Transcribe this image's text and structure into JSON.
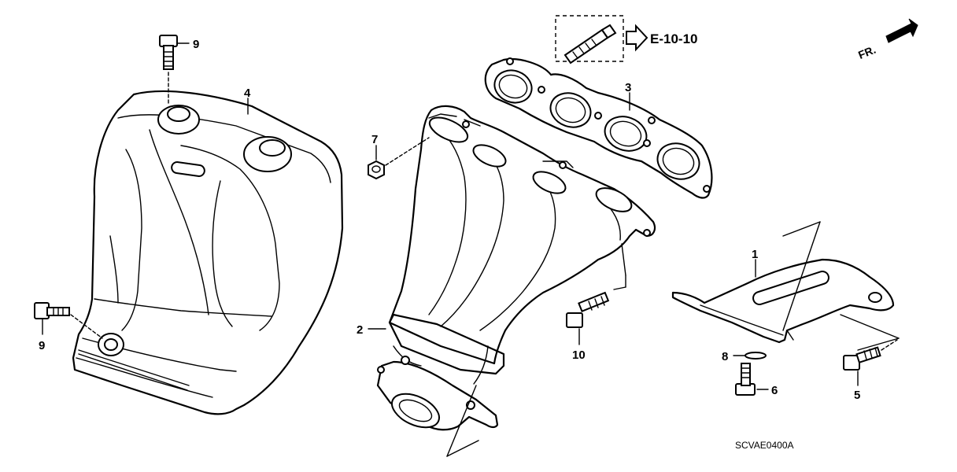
{
  "diagram": {
    "parts": [
      {
        "id": "1",
        "label": "1"
      },
      {
        "id": "2",
        "label": "2"
      },
      {
        "id": "3",
        "label": "3"
      },
      {
        "id": "4",
        "label": "4"
      },
      {
        "id": "5",
        "label": "5"
      },
      {
        "id": "6",
        "label": "6"
      },
      {
        "id": "7",
        "label": "7"
      },
      {
        "id": "8",
        "label": "8"
      },
      {
        "id": "9a",
        "label": "9"
      },
      {
        "id": "9b",
        "label": "9"
      },
      {
        "id": "10",
        "label": "10"
      }
    ],
    "reference": "E-10-10",
    "front_marker": "FR.",
    "diagram_code": "SCVAE0400A"
  }
}
